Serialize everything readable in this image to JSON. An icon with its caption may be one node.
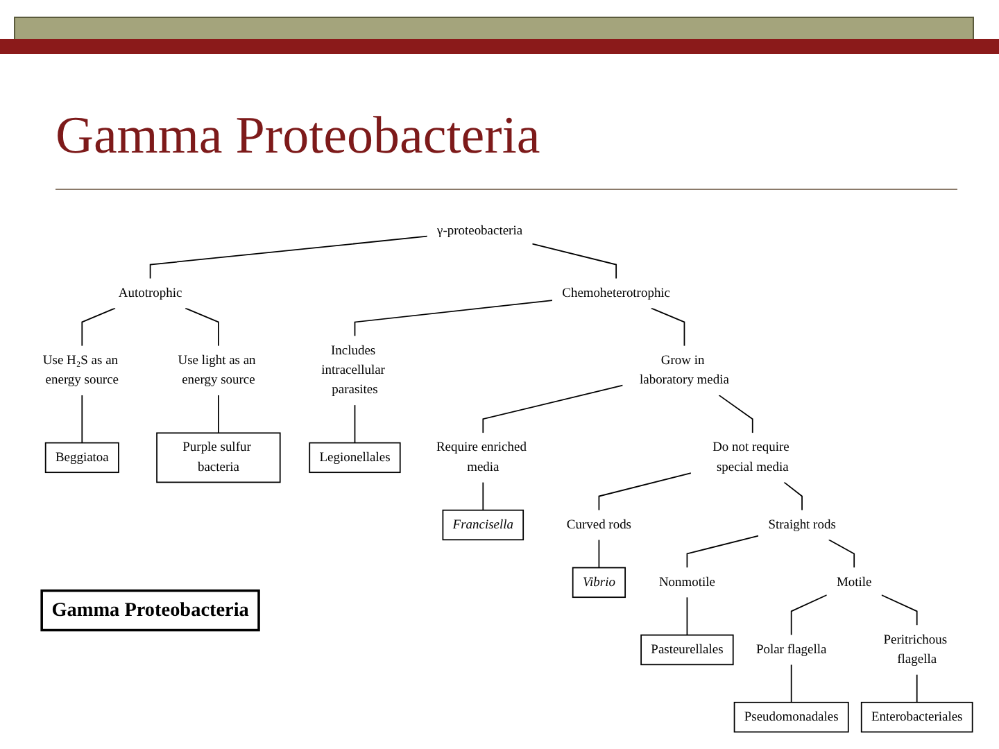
{
  "diagram": {
    "title": "Gamma Proteobacteria",
    "nodes": [
      {
        "text": [
          "γ-proteobacteria"
        ]
      },
      {
        "text": [
          "Autotrophic"
        ]
      },
      {
        "text": [
          "Chemoheterotrophic"
        ]
      },
      {
        "text": [
          "Use H₂S as an energy source"
        ]
      },
      {
        "text": [
          "Use light as an energy source"
        ]
      },
      {
        "text": [
          "Beggiatoa"
        ]
      },
      {
        "text": [
          "Purple sulfur bacteria"
        ]
      },
      {
        "text": [
          "Includes intracellular parasites"
        ]
      },
      {
        "text": [
          "Grow in laboratory media"
        ]
      },
      {
        "text": [
          "Legionellales"
        ]
      },
      {
        "text": [
          "Require enriched media"
        ]
      },
      {
        "text": [
          "Do not require special media"
        ]
      },
      {
        "text": [
          "Francisella"
        ]
      },
      {
        "text": [
          "Curved rods"
        ]
      },
      {
        "text": [
          "Straight rods"
        ]
      },
      {
        "text": [
          "Vibrio"
        ]
      },
      {
        "text": [
          "Motile"
        ]
      },
      {
        "text": [
          "Nonmotile"
        ]
      },
      {
        "text": [
          "Pasteurellales"
        ]
      },
      {
        "text": [
          "Polar flagella"
        ]
      },
      {
        "text": [
          "Peritrichous flagella"
        ]
      },
      {
        "text": [
          "Pseudomonadales"
        ]
      },
      {
        "text": [
          "Enterobacteriales"
        ]
      },
      {
        "text": [
          "Gamma Proteobacteria"
        ]
      }
    ],
    "edges": [
      {
        "from": 0,
        "to": 1,
        "arrow": "none"
      },
      {
        "from": 0,
        "to": 2,
        "arrow": "none"
      },
      {
        "from": 1,
        "to": 3,
        "arrow": "none"
      },
      {
        "from": 1,
        "to": 4,
        "arrow": "none"
      },
      {
        "from": 3,
        "to": 5,
        "arrow": "none"
      },
      {
        "from": 4,
        "to": 6,
        "arrow": "none"
      },
      {
        "from": 2,
        "to": 7,
        "arrow": "none"
      },
      {
        "from": 2,
        "to": 8,
        "arrow": "none"
      },
      {
        "from": 7,
        "to": 9,
        "arrow": "none"
      },
      {
        "from": 8,
        "to": 10,
        "arrow": "none"
      },
      {
        "from": 8,
        "to": 11,
        "arrow": "none"
      },
      {
        "from": 10,
        "to": 12,
        "arrow": "none"
      },
      {
        "from": 11,
        "to": 13,
        "arrow": "none"
      },
      {
        "from": 11,
        "to": 14,
        "arrow": "none"
      },
      {
        "from": 13,
        "to": 15,
        "arrow": "none"
      },
      {
        "from": 14,
        "to": 16,
        "arrow": "none"
      },
      {
        "from": 14,
        "to": 17,
        "arrow": "none"
      },
      {
        "from": 16,
        "to": 19,
        "arrow": "none"
      },
      {
        "from": 16,
        "to": 20,
        "arrow": "none"
      },
      {
        "from": 17,
        "to": 18,
        "arrow": "none"
      },
      {
        "from": 19,
        "to": 21,
        "arrow": "none"
      },
      {
        "from": 20,
        "to": 22,
        "arrow": "none"
      }
    ]
  }
}
